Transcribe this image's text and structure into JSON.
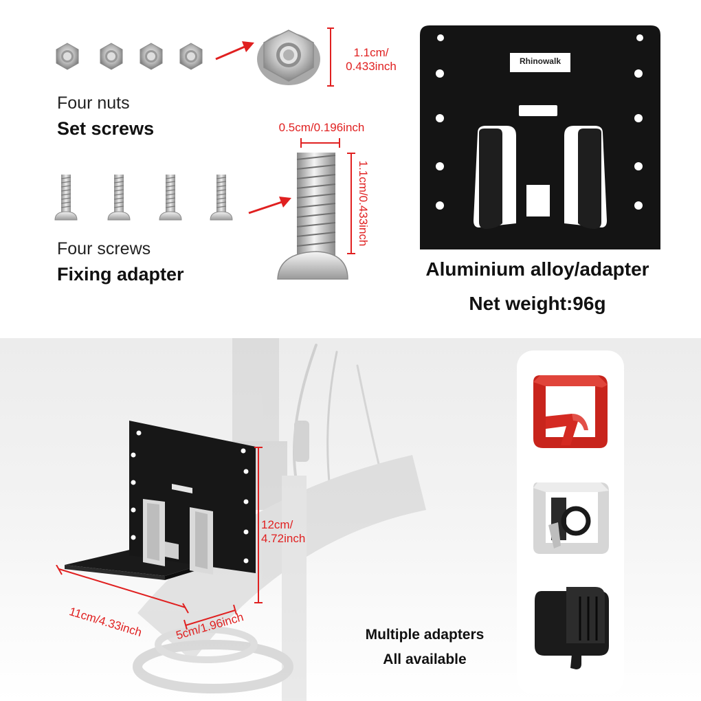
{
  "hardware": {
    "nuts": {
      "title": "Four nuts",
      "subtitle": "Set screws",
      "dimension_line1": "1.1cm/",
      "dimension_line2": "0.433inch"
    },
    "screws": {
      "title": "Four screws",
      "subtitle": "Fixing adapter",
      "width_dimension": "0.5cm/0.196inch",
      "length_dimension": "1.1cm/0.433inch"
    }
  },
  "plate": {
    "brand": "Rhinowalk",
    "material": "Aluminium alloy/adapter",
    "weight": "Net weight:96g"
  },
  "mount_dimensions": {
    "height": "12cm/",
    "height_inch": "4.72inch",
    "width": "11cm/4.33inch",
    "depth": "5cm/1.96inch"
  },
  "adapters": {
    "line1": "Multiple adapters",
    "line2": "All available"
  },
  "colors": {
    "dimension_red": "#e02020",
    "adapter_red": "#d42a22",
    "plate_black": "#141414",
    "adapter_silver": "#dcdcdc"
  }
}
